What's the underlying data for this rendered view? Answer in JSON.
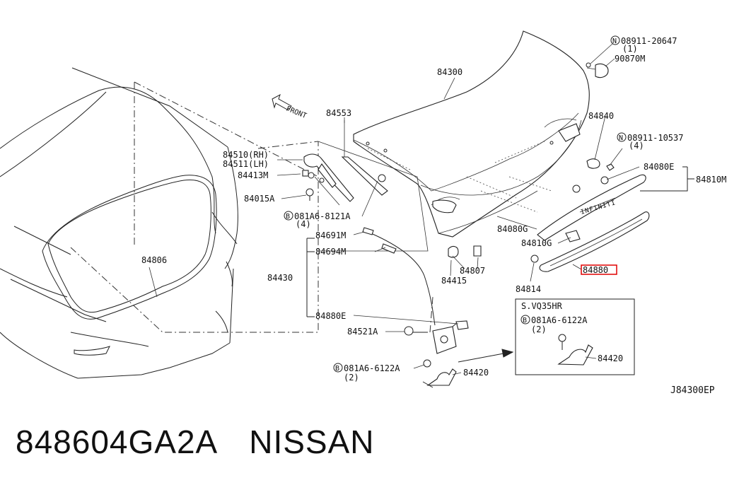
{
  "diagram": {
    "code": "J84300EP",
    "direction_label": "FRONT",
    "labels": {
      "p84300": "84300",
      "p84553": "84553",
      "p84510": "84510(RH)",
      "p84511": "84511(LH)",
      "p84413M": "84413M",
      "p84015A": "84015A",
      "p081A6_8121A": "081A6-8121A",
      "p081A6_8121A_qty": "(4)",
      "p84691M": "84691M",
      "p84694M": "84694M",
      "p84430": "84430",
      "p84880E": "84880E",
      "p84521A": "84521A",
      "p081A6_6122A": "081A6-6122A",
      "p081A6_6122A_qty": "(2)",
      "p84420": "84420",
      "p84806": "84806",
      "p84807": "84807",
      "p84415": "84415",
      "p84814": "84814",
      "p84080G": "84080G",
      "p84810G": "84810G",
      "p84880": "84880",
      "p84080E": "84080E",
      "p84810M": "84810M",
      "p84840": "84840",
      "p08911_10537": "08911-10537",
      "p08911_10537_qty": "(4)",
      "p08911_20647": "08911-20647",
      "p08911_20647_qty": "(1)",
      "p90870M": "90870M",
      "inset_title": "S.VQ35HR",
      "inset_081A6_6122A": "081A6-6122A",
      "inset_qty": "(2)",
      "inset_84420": "84420",
      "bolt_symbol": "B",
      "nut_symbol": "N"
    },
    "highlight_color": "#e00000"
  },
  "caption": {
    "part_number": "848604GA2A",
    "brand": "NISSAN"
  }
}
